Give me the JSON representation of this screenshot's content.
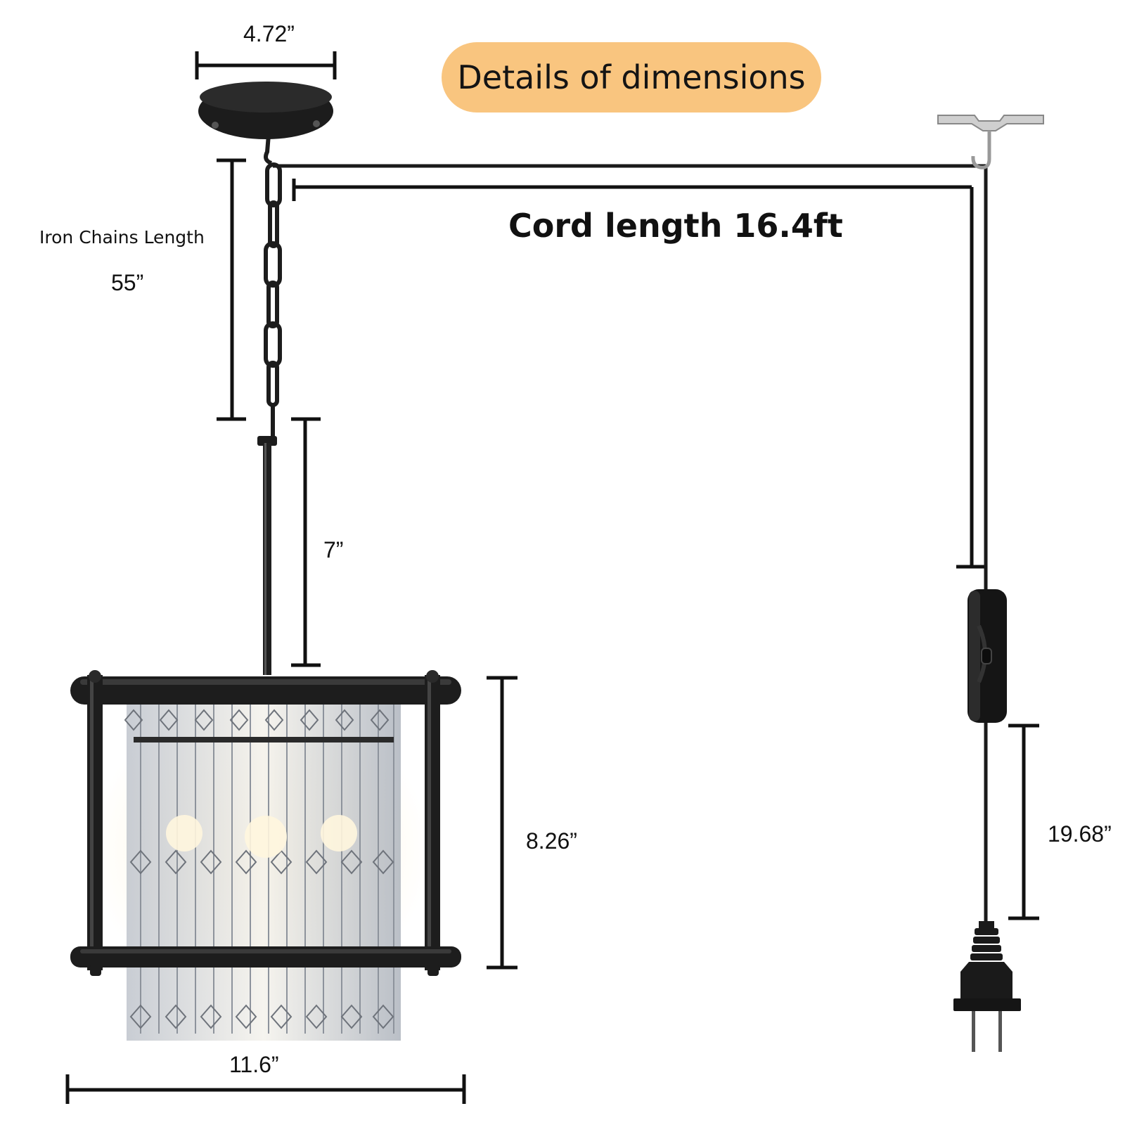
{
  "title": "Details of dimensions",
  "cord_length_label": "Cord length 16.4ft",
  "chain_label": "Iron Chains Length",
  "chain_length": "55”",
  "canopy_width": "4.72”",
  "downrod_length": "7”",
  "shade_height": "8.26”",
  "shade_width": "11.6”",
  "plug_cord_length": "19.68”",
  "colors": {
    "title_pill": "#f9c57f",
    "metal": "#1c1c1c",
    "crystal": "#d9dde3"
  },
  "icons": [
    "ceiling-canopy-icon",
    "chain-icon",
    "chandelier-icon",
    "ceiling-hook-icon",
    "inline-switch-icon",
    "plug-icon"
  ]
}
